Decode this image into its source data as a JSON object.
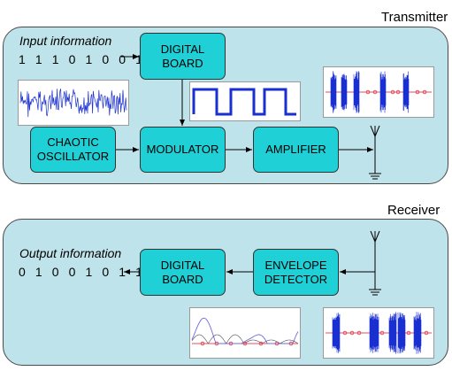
{
  "transmitter": {
    "title": "Transmitter",
    "input_label": "Input information",
    "input_bits": "1 1 1 0 1 0 0 1 0",
    "blocks": {
      "digital_board": "DIGITAL\nBOARD",
      "chaotic_oscillator": "CHAOTIC\nOSCILLATOR",
      "modulator": "MODULATOR",
      "amplifier": "AMPLIFIER"
    }
  },
  "receiver": {
    "title": "Receiver",
    "output_label": "Output information",
    "output_bits": "0 1 0 0 1 0 1 1 1",
    "blocks": {
      "digital_board": "DIGITAL\nBOARD",
      "envelope_detector": "ENVELOPE\nDETECTOR"
    }
  },
  "colors": {
    "panel_fill": "#bfe3ea",
    "block_fill": "#1fd0d6",
    "signal_blue": "#1a2fd0",
    "baseline_red": "#e05060",
    "square_wave": "#1a2fd0"
  }
}
